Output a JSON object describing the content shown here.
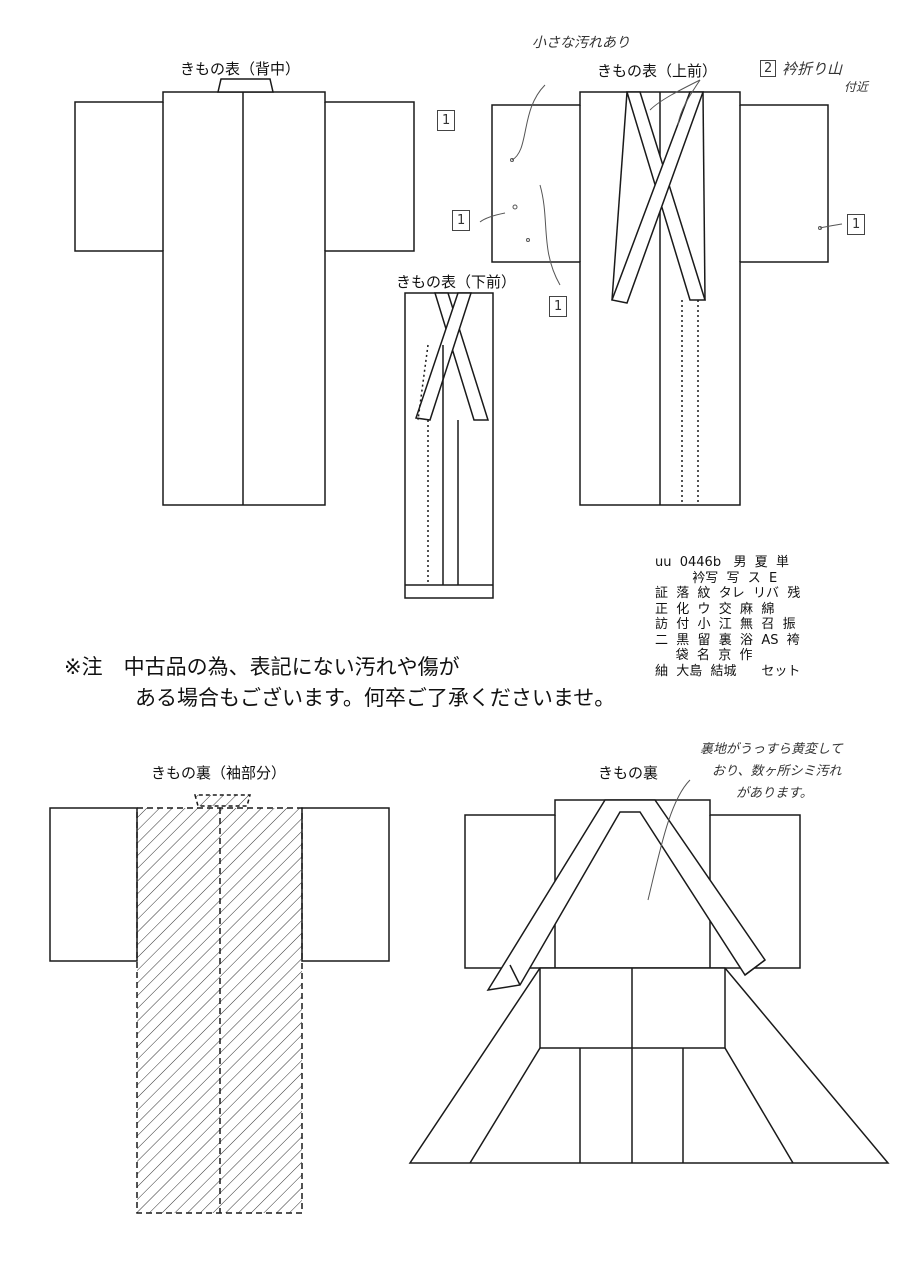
{
  "labels": {
    "back": "きもの表（背中）",
    "upper_front": "きもの表（上前）",
    "lower_front": "きもの表（下前）",
    "sleeve_lining": "きもの裏（袖部分）",
    "lining": "きもの裏"
  },
  "annotations": {
    "small_stain": "小さな汚れあり",
    "collar_mark": "2",
    "collar_note_1": "衿折り山",
    "collar_note_2": "付近",
    "mark_1": "1",
    "lining_note_1": "裏地がうっすら黄変して",
    "lining_note_2": "おり、数ヶ所シミ汚れ",
    "lining_note_3": "があります。"
  },
  "notice": {
    "line1": "※注　中古品の為、表記にない汚れや傷が",
    "line2": "ある場合もございます。何卒ご了承くださいませ。"
  },
  "code_table": {
    "rows": [
      "uu  0446b   男  夏  単",
      "         衿写  写  ス  E",
      "証  落  紋  タレ  リバ  残",
      "正  化  ウ  交  麻  綿",
      "訪  付  小  江  無  召  振",
      "二  黒  留  裏  浴  AS  袴",
      "     袋  名  京  作",
      "紬  大島  結城      セット"
    ]
  },
  "colors": {
    "line": "#1a1a1a",
    "pencil": "#555555"
  }
}
